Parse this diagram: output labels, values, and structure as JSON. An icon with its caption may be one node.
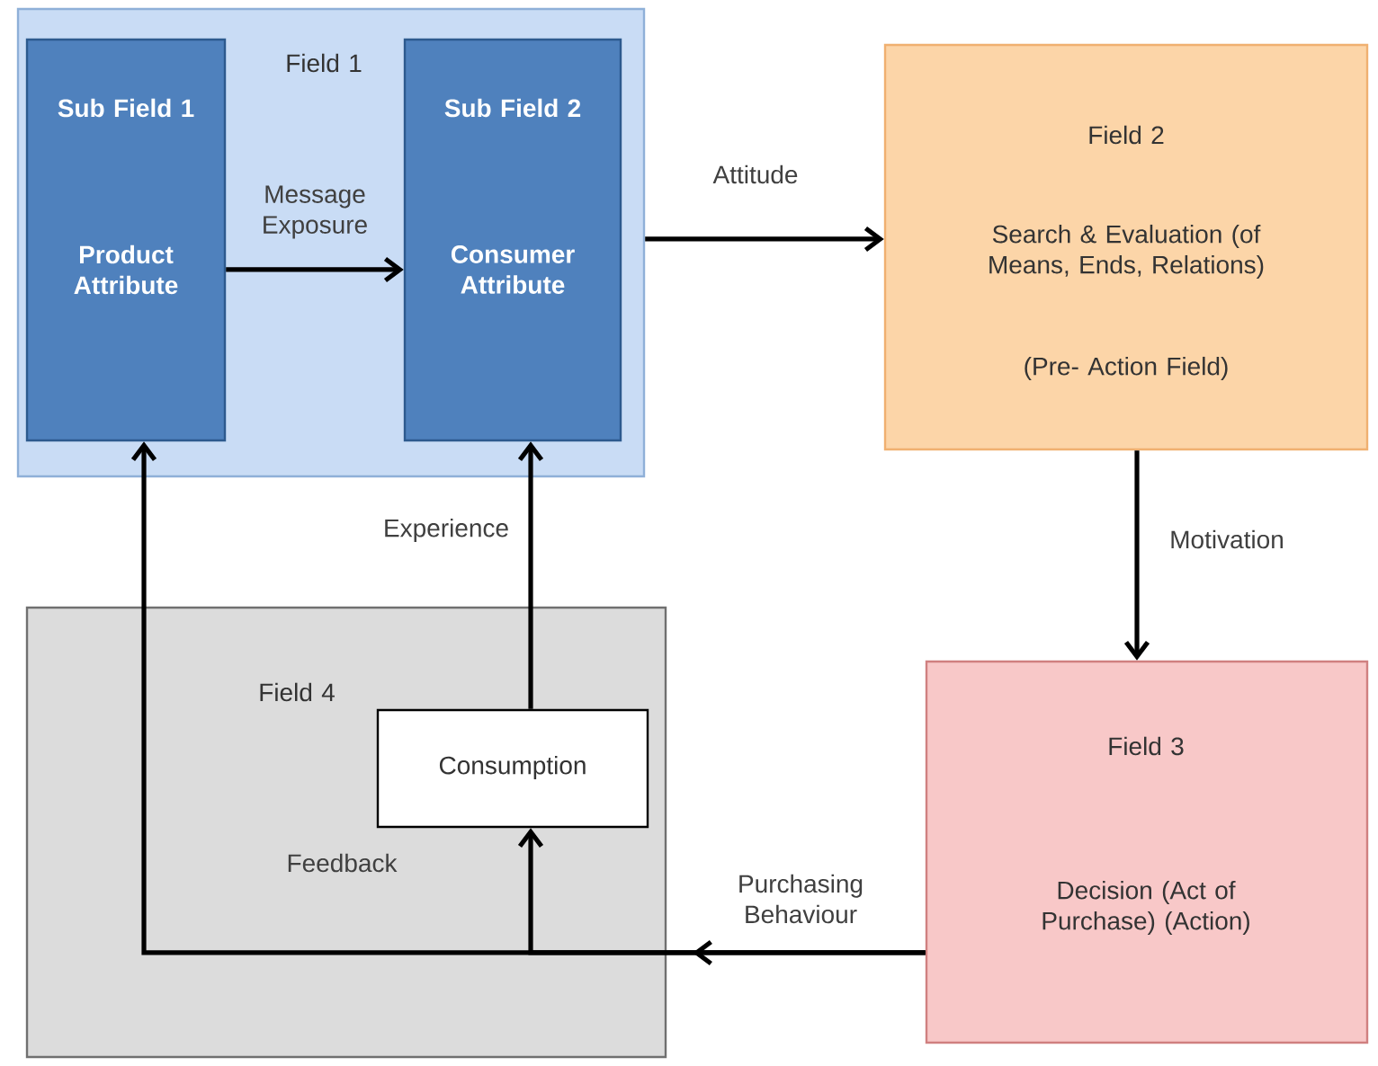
{
  "diagram": {
    "nodes": [
      {
        "text": [
          "Field 1"
        ]
      },
      {
        "text": [
          "Sub Field 1",
          "Product Attribute"
        ],
        "in": 0
      },
      {
        "text": [
          "Sub Field 2",
          "Consumer Attribute"
        ],
        "in": 0
      },
      {
        "text": [
          "Field 2",
          "Search & Evaluation (of Means, Ends, Relations)",
          "(Pre- Action Field)"
        ]
      },
      {
        "text": [
          "Field 3",
          "Decision (Act of Purchase) (Action)"
        ]
      },
      {
        "text": [
          "Field 4"
        ]
      },
      {
        "text": [
          "Consumption"
        ],
        "in": 5
      }
    ],
    "edges": [
      {
        "from": 1,
        "to": 2,
        "arrow": "to",
        "label": "Message Exposure"
      },
      {
        "from": 0,
        "to": 3,
        "arrow": "to",
        "label": "Attitude"
      },
      {
        "from": 3,
        "to": 4,
        "arrow": "to",
        "label": "Motivation"
      },
      {
        "from": 6,
        "to": 2,
        "arrow": "to",
        "label": "Experience"
      },
      {
        "from": 4,
        "to": 1,
        "arrow": "to",
        "label": "Feedback"
      },
      {
        "from": 4,
        "to": 6,
        "arrow": "to",
        "label": "Purchasing Behaviour"
      }
    ]
  }
}
